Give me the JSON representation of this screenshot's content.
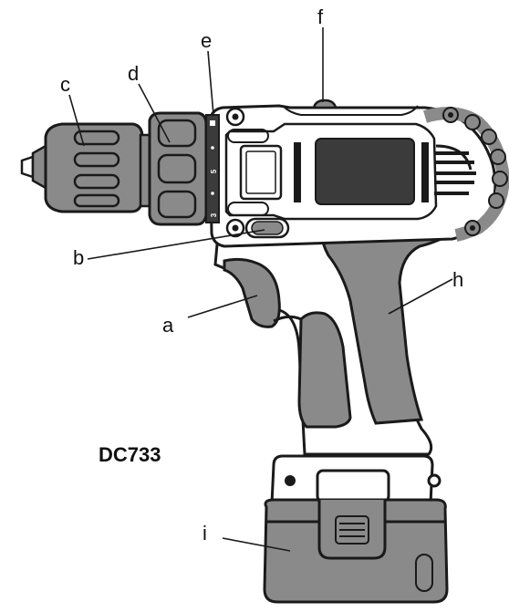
{
  "diagram": {
    "model": "DC733",
    "collar_markings": [
      "3",
      "5"
    ],
    "colors": {
      "grip": "#8a8a8a",
      "outline": "#1a1a1a",
      "body": "#ffffff"
    },
    "callouts": [
      {
        "id": "a",
        "label": "a"
      },
      {
        "id": "b",
        "label": "b"
      },
      {
        "id": "c",
        "label": "c"
      },
      {
        "id": "d",
        "label": "d"
      },
      {
        "id": "e",
        "label": "e"
      },
      {
        "id": "f",
        "label": "f"
      },
      {
        "id": "h",
        "label": "h"
      },
      {
        "id": "i",
        "label": "i"
      }
    ]
  }
}
